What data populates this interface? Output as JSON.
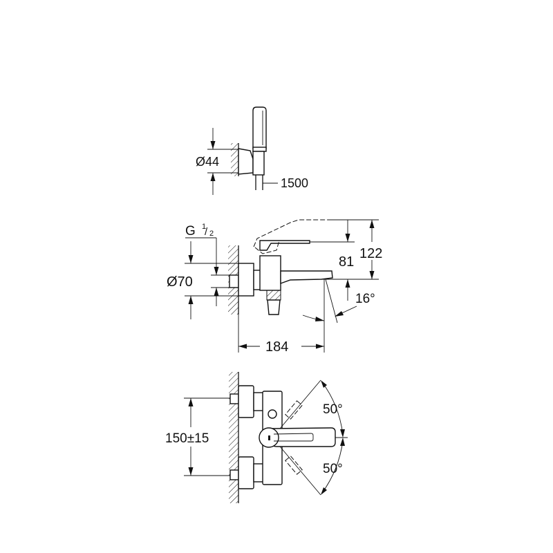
{
  "hand_shower_view": {
    "diameter_label": "Ø44",
    "hose_length_label": "1500"
  },
  "side_view": {
    "thread_label": "G",
    "thread_fraction_num": "1",
    "thread_fraction_den": "2",
    "flange_diameter_label": "Ø70",
    "spout_height_label": "81",
    "lever_height_label": "122",
    "angle_label": "16°",
    "projection_label": "184"
  },
  "front_view": {
    "center_distance_label": "150±15",
    "upper_angle_label": "50°",
    "lower_angle_label": "50°"
  }
}
